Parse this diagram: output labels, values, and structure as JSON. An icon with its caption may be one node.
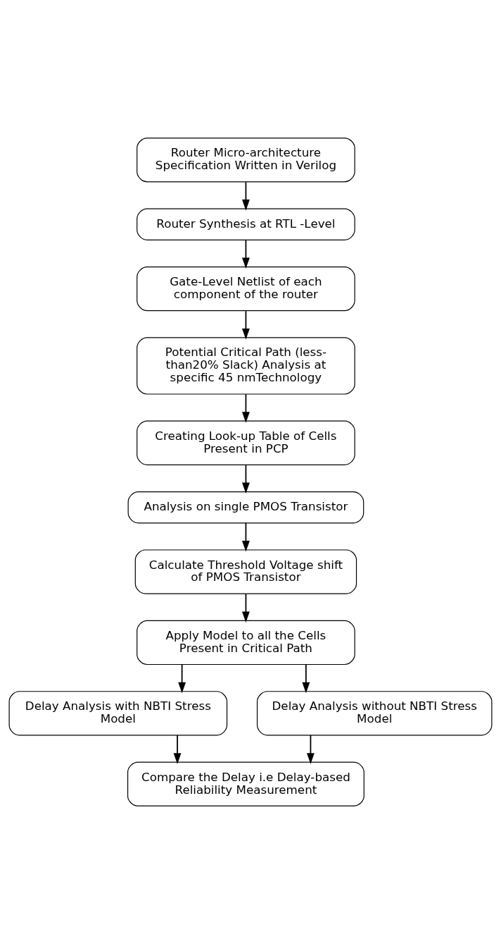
{
  "diagram": {
    "nodes": [
      {
        "text": [
          "Router Micro-architecture Specification Written in Verilog"
        ]
      },
      {
        "text": [
          "Router Synthesis at RTL -Level"
        ]
      },
      {
        "text": [
          "Gate-Level Netlist of each component of the router"
        ]
      },
      {
        "text": [
          "Potential Critical Path (less-than20% Slack) Analysis at specific 45 nmTechnology"
        ]
      },
      {
        "text": [
          "Creating Look-up Table of Cells Present in PCP"
        ]
      },
      {
        "text": [
          "Analysis on single PMOS Transistor"
        ]
      },
      {
        "text": [
          "Calculate Threshold Voltage shift of PMOS Transistor"
        ]
      },
      {
        "text": [
          "Apply Model to all the Cells Present in Critical Path"
        ]
      },
      {
        "text": [
          "Delay Analysis with NBTI Stress Model"
        ]
      },
      {
        "text": [
          "Delay Analysis without NBTI Stress Model"
        ]
      },
      {
        "text": [
          "Compare the Delay i.e Delay-based Reliability Measurement"
        ]
      }
    ],
    "edges": [
      {
        "from": 0,
        "to": 1,
        "arrow": "to"
      },
      {
        "from": 1,
        "to": 2,
        "arrow": "to"
      },
      {
        "from": 2,
        "to": 3,
        "arrow": "to"
      },
      {
        "from": 3,
        "to": 4,
        "arrow": "to"
      },
      {
        "from": 4,
        "to": 5,
        "arrow": "to"
      },
      {
        "from": 5,
        "to": 6,
        "arrow": "to"
      },
      {
        "from": 6,
        "to": 7,
        "arrow": "to"
      },
      {
        "from": 7,
        "to": 8,
        "arrow": "to"
      },
      {
        "from": 7,
        "to": 9,
        "arrow": "to"
      },
      {
        "from": 8,
        "to": 10,
        "arrow": "to"
      },
      {
        "from": 9,
        "to": 10,
        "arrow": "to"
      }
    ]
  }
}
